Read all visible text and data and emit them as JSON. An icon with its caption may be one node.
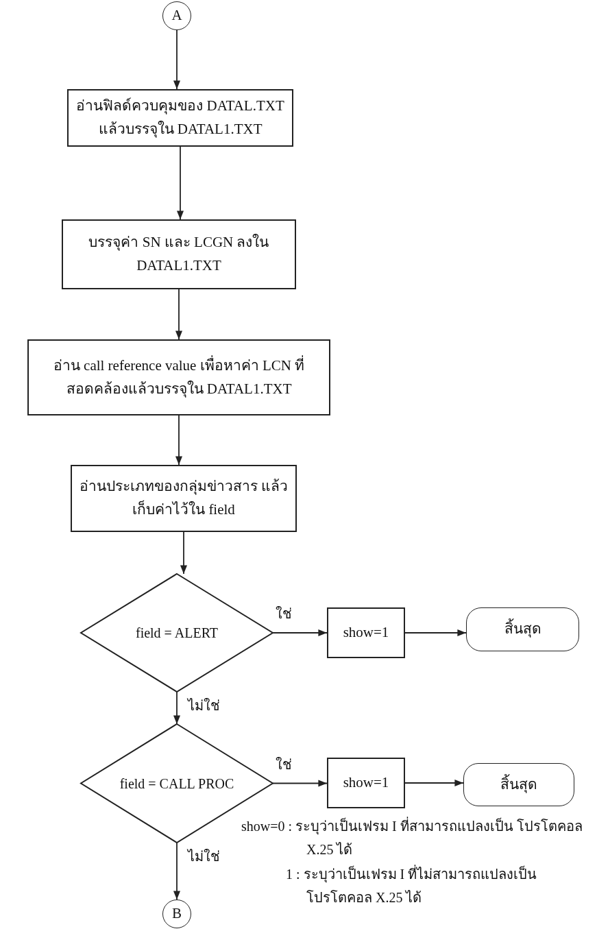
{
  "diagram": {
    "nodes": [
      {
        "text": [
          "A"
        ]
      },
      {
        "text": [
          "อ่านฟิลด์ควบคุมของ DATAL.TXT แล้วบรรจุใน DATAL1.TXT"
        ]
      },
      {
        "text": [
          "บรรจุค่า SN และ LCGN ลงใน DATAL1.TXT"
        ]
      },
      {
        "text": [
          "อ่าน call reference value เพื่อหาค่า LCN ที่สอดคล้องแล้วบรรจุใน DATAL1.TXT"
        ]
      },
      {
        "text": [
          "อ่านประเภทของกลุ่มข่าวสาร แล้วเก็บค่าไว้ใน field"
        ]
      },
      {
        "text": [
          "field = ALERT"
        ]
      },
      {
        "text": [
          "show=1"
        ]
      },
      {
        "text": [
          "สิ้นสุด"
        ]
      },
      {
        "text": [
          "field = CALL PROC"
        ]
      },
      {
        "text": [
          "show=1"
        ]
      },
      {
        "text": [
          "สิ้นสุด"
        ]
      },
      {
        "text": [
          "B"
        ]
      }
    ],
    "edges": [
      {
        "from": 0,
        "to": 1,
        "arrow": "to"
      },
      {
        "from": 1,
        "to": 2,
        "arrow": "to"
      },
      {
        "from": 2,
        "to": 3,
        "arrow": "to"
      },
      {
        "from": 3,
        "to": 4,
        "arrow": "to"
      },
      {
        "from": 4,
        "to": 5,
        "arrow": "to"
      },
      {
        "from": 5,
        "to": 6,
        "arrow": "to",
        "label": "ใช่"
      },
      {
        "from": 6,
        "to": 7,
        "arrow": "to"
      },
      {
        "from": 5,
        "to": 8,
        "arrow": "to",
        "label": "ไม่ใช่"
      },
      {
        "from": 8,
        "to": 9,
        "arrow": "to",
        "label": "ใช่"
      },
      {
        "from": 9,
        "to": 10,
        "arrow": "to"
      },
      {
        "from": 8,
        "to": 11,
        "arrow": "to",
        "label": "ไม่ใช่"
      }
    ],
    "labels": [
      "show=0 : ระบุว่าเป็นเฟรม I ที่สามารถแปลงเป็น โปรโตคอล X.25 ได้",
      "1 : ระบุว่าเป็นเฟรม I ที่ไม่สามารถแปลงเป็น โปรโตคอล X.25 ได้"
    ]
  }
}
